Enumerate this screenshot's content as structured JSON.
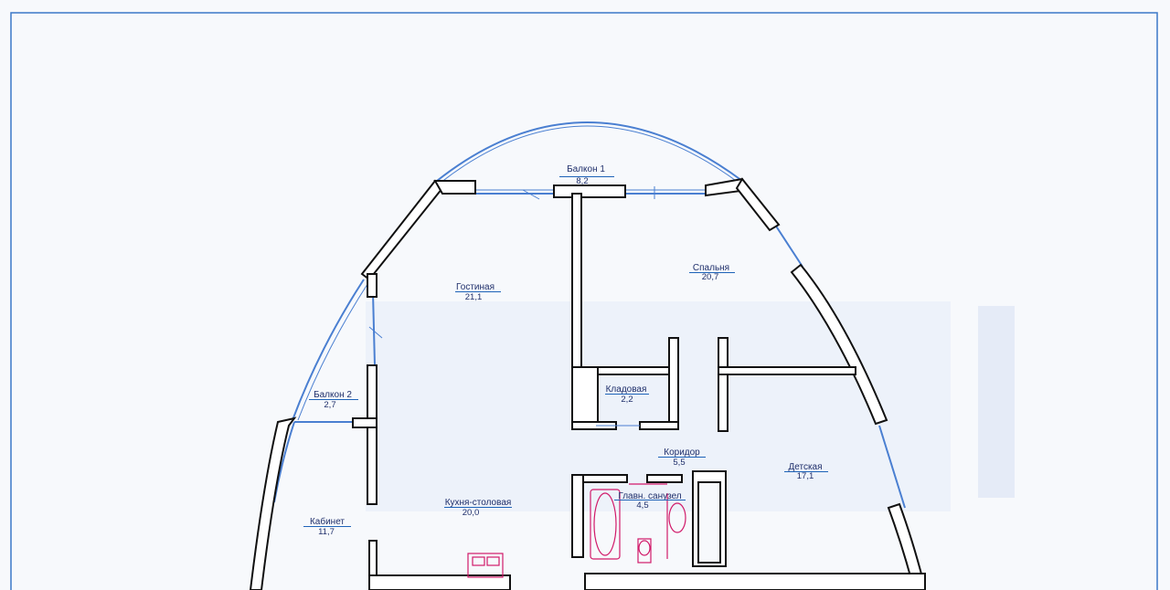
{
  "rooms": {
    "balcony1": {
      "name": "Балкон 1",
      "area": "8,2"
    },
    "living": {
      "name": "Гостиная",
      "area": "21,1"
    },
    "bedroom": {
      "name": "Спальня",
      "area": "20,7"
    },
    "storage": {
      "name": "Кладовая",
      "area": "2,2"
    },
    "balcony2": {
      "name": "Балкон 2",
      "area": "2,7"
    },
    "corridor": {
      "name": "Коридор",
      "area": "5,5"
    },
    "kids": {
      "name": "Детская",
      "area": "17,1"
    },
    "bathroom": {
      "name": "Главн. санузел",
      "area": "4,5"
    },
    "kitchen": {
      "name": "Кухня-столовая",
      "area": "20,0"
    },
    "study": {
      "name": "Кабинет",
      "area": "11,7"
    }
  },
  "colors": {
    "wall": "#111111",
    "glazing": "#4a7fd1",
    "frame": "#3b78c8",
    "fixtures": "#d11a6a",
    "label_text": "#1f2f6b",
    "label_line": "#1e63b8"
  }
}
